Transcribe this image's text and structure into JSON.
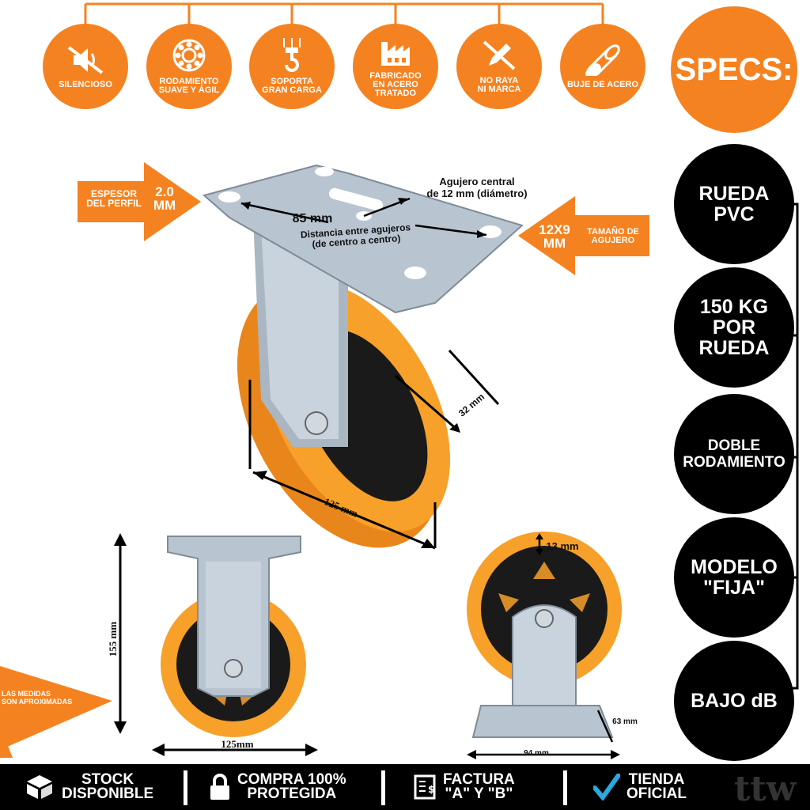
{
  "badges": [
    {
      "label": "SILENCIOSO",
      "icon": "speaker-off-icon"
    },
    {
      "label": "RODAMIENTO\nSUAVE Y ÁGIL",
      "icon": "bearing-icon"
    },
    {
      "label": "SOPORTA\nGRAN CARGA",
      "icon": "crane-hook-icon"
    },
    {
      "label": "FABRICADO\nEN ACERO\nTRATADO",
      "icon": "factory-icon"
    },
    {
      "label": "NO RAYA\nNI MARCA",
      "icon": "no-pencil-icon"
    },
    {
      "label": "BUJE DE ACERO",
      "icon": "tube-icon"
    }
  ],
  "specs_title": "SPECS:",
  "specs": [
    {
      "label": "RUEDA\nPVC",
      "small": false
    },
    {
      "label": "150 KG\nPOR\nRUEDA",
      "small": false
    },
    {
      "label": "DOBLE\nRODAMIENTO",
      "small": true
    },
    {
      "label": "MODELO\n\"FIJA\"",
      "small": false
    },
    {
      "label": "BAJO dB",
      "small": false
    }
  ],
  "callouts": {
    "espesor_label": "ESPESOR\nDEL PERFIL",
    "espesor_value": "2.0\nMM",
    "agujero_value": "12X9\nMM",
    "agujero_label": "TAMAÑO DE\nAGUJERO",
    "medidas_note": "LAS MEDIDAS\nSON APROXIMADAS"
  },
  "dimensions": {
    "center_hole": "Agujero central\nde 12 mm (diámetro)",
    "hole_distance_value": "85 mm",
    "hole_distance_label": "Distancia entre agujeros\n(de centro a centro)",
    "wheel_width": "32 mm",
    "wheel_diameter_iso": "125 mm",
    "height": "155 mm",
    "wheel_diameter_front": "125mm",
    "tread": "13 mm",
    "plate_depth": "63 mm",
    "plate_width": "94 mm"
  },
  "bottom_bar": [
    {
      "label": "STOCK\nDISPONIBLE",
      "icon": "boxes-icon"
    },
    {
      "label": "COMPRA 100%\nPROTEGIDA",
      "icon": "lock-icon"
    },
    {
      "label": "FACTURA\n\"A\" Y \"B\"",
      "icon": "invoice-icon"
    },
    {
      "label": "TIENDA\nOFICIAL",
      "icon": "checkmark-icon"
    }
  ],
  "watermark": "ttw",
  "colors": {
    "orange": "#f58220",
    "wheel_orange": "#f7a02a",
    "black": "#000000",
    "steel": "#b8c4d0"
  }
}
